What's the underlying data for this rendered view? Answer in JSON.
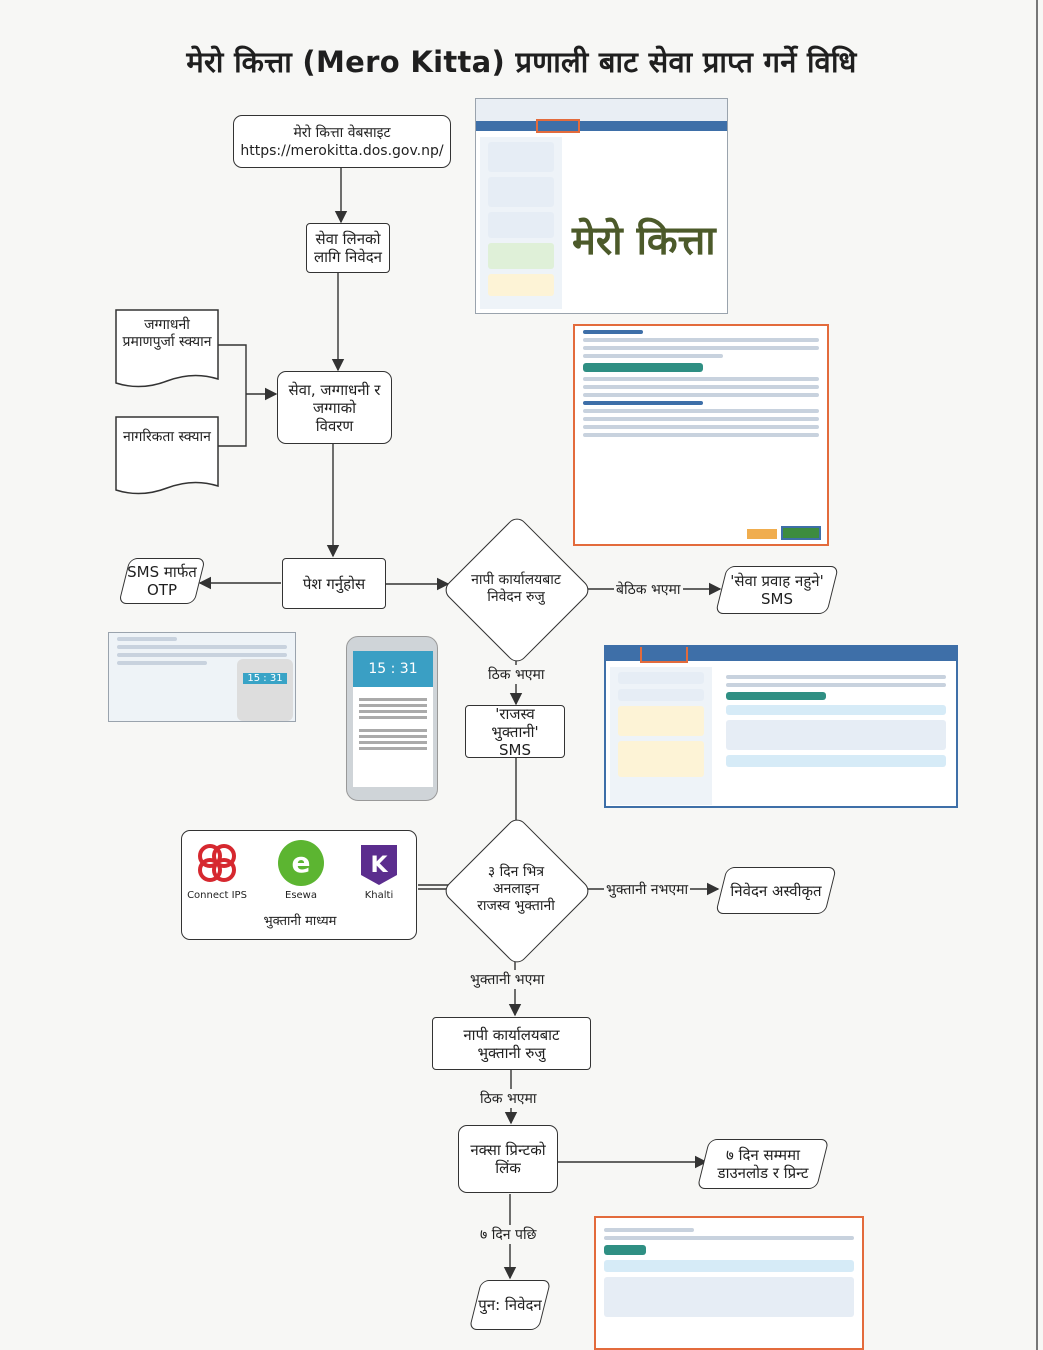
{
  "title": "मेरो कित्ता (Mero Kitta) प्रणाली बाट सेवा प्राप्त गर्ने विधि",
  "nodes": {
    "website": "मेरो कित्ता वेबसाइट\nhttps://merokitta.dos.gov.np/",
    "apply": "सेवा लिनको\nलागि निवेदन",
    "land_cert": "जग्गाधनी\nप्रमाणपुर्जा स्क्यान",
    "citizenship": "नागरिकता स्क्यान",
    "details": "सेवा, जग्गाधनी र\nजग्गाको\nविवरण",
    "submit": "पेश गर्नुहोस",
    "otp": "SMS मार्फत\nOTP",
    "survey_verify": "नापी कार्यालयबाट\nनिवेदन रुजु",
    "no_service": "'सेवा प्रवाह नहुने'\nSMS",
    "revenue_sms": "'राजस्व भुक्तानी'\nSMS",
    "online_payment": "३ दिन भित्र\nअनलाइन\nराजस्व भुक्तानी",
    "rejected": "निवेदन अस्वीकृत",
    "payment_verify": "नापी कार्यालयबाट\nभुक्तानी रुजु",
    "map_link": "नक्सा प्रिन्टको\nलिंक",
    "download": "७ दिन सम्ममा\nडाउनलोड र प्रिन्ट",
    "reapply": "पुन: निवेदन"
  },
  "edges": {
    "incorrect": "बेठिक भएमा",
    "correct": "ठिक भएमा",
    "not_paid": "भुक्तानी नभएमा",
    "paid": "भुक्तानी भएमा",
    "correct2": "ठिक भएमा",
    "after7": "७ दिन पछि"
  },
  "payment": {
    "caption": "भुक्तानी माध्यम",
    "methods": [
      {
        "name": "Connect IPS",
        "icon": "connect-ips-logo",
        "color": "#d6282f"
      },
      {
        "name": "Esewa",
        "icon": "esewa-logo",
        "color": "#5cb531"
      },
      {
        "name": "Khalti",
        "icon": "khalti-logo",
        "color": "#5b2d8e"
      }
    ]
  },
  "screens": {
    "portal_logo_text": "मेरो कित्ता",
    "phone_time": "15 : 31",
    "small_phone_time": "15 : 31"
  },
  "colors": {
    "accent_orange": "#e36b3c",
    "portal_blue": "#3e6fa8"
  }
}
